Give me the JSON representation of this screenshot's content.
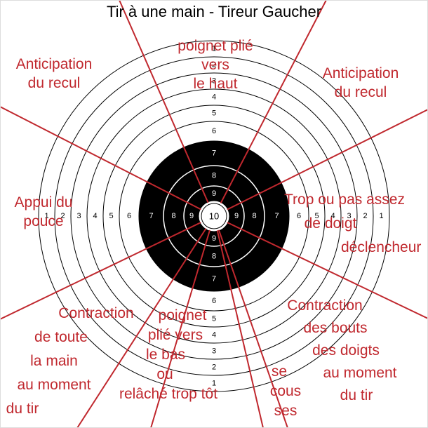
{
  "title": "Tir à une main - Tireur Gaucher",
  "colors": {
    "sector_lines": "#c0282e",
    "labels": "#c0282e",
    "bull": "#000000",
    "rings": "#000000"
  },
  "ring_numbers": [
    "1",
    "2",
    "3",
    "4",
    "5",
    "6",
    "7",
    "8",
    "9",
    "10"
  ],
  "labels": {
    "top": [
      "poignet plié",
      "vers",
      "le haut"
    ],
    "top_left": [
      "Anticipation",
      "du recul"
    ],
    "top_right": [
      "Anticipation",
      "du recul"
    ],
    "left": [
      "Appui du",
      "pouce"
    ],
    "right": [
      "Trop ou pas assez",
      "de doigt",
      "déclencheur"
    ],
    "bottom_left": [
      "Contraction",
      "de toute",
      "la main",
      "au moment",
      "du tir"
    ],
    "bottom_center": [
      "poignet",
      "plié vers",
      "le bas",
      "ou",
      "relâché trop tôt"
    ],
    "bottom_small": [
      "se",
      "cous",
      "ses"
    ],
    "bottom_right": [
      "Contraction",
      "des bouts",
      "des doigts",
      "au moment",
      "du tir"
    ]
  }
}
